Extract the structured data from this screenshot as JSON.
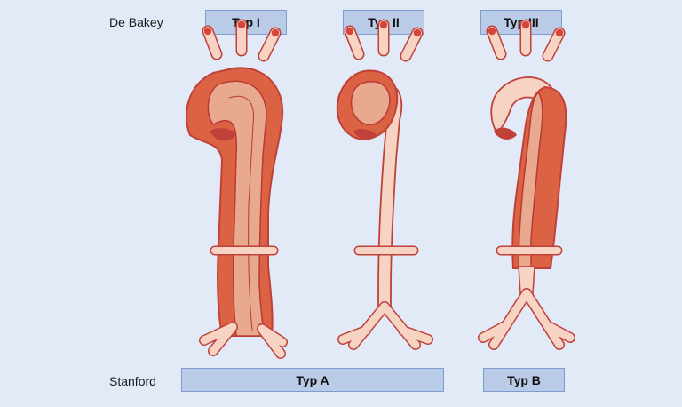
{
  "labels": {
    "top_row": "De Bakey",
    "bottom_row": "Stanford"
  },
  "debakey": {
    "type1": "Typ I",
    "type2": "Typ II",
    "type3": "Typ III"
  },
  "stanford": {
    "typeA": "Typ A",
    "typeB": "Typ B"
  },
  "colors": {
    "background": "#e2e9f7",
    "label_box": "#b9cbe6",
    "label_box_border": "#7f9ccf",
    "vessel": "#f6d3c3",
    "dissection": "#dc6244",
    "outline": "#c0413a"
  }
}
